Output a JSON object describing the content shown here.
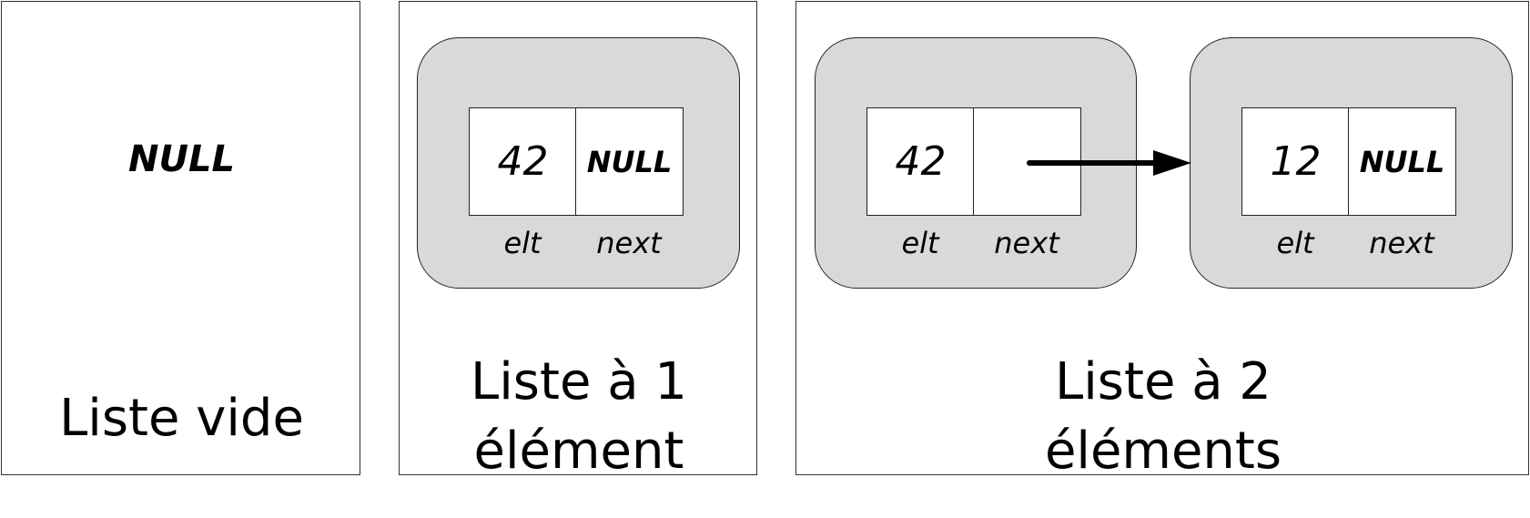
{
  "null_label": "NULL",
  "panels": {
    "empty": {
      "caption": "Liste vide"
    },
    "one": {
      "caption_line1": "Liste à 1",
      "caption_line2": "élément",
      "node": {
        "elt": "42",
        "next": "NULL"
      }
    },
    "two": {
      "caption_line1": "Liste à 2",
      "caption_line2": "éléments",
      "node1": {
        "elt": "42"
      },
      "node2": {
        "elt": "12",
        "next": "NULL"
      }
    }
  },
  "field_labels": {
    "elt": "elt",
    "next": "next"
  },
  "colors": {
    "node_fill": "#d9d9d9",
    "cell_fill": "#ffffff",
    "stroke": "#222222",
    "arrow": "#000000"
  }
}
